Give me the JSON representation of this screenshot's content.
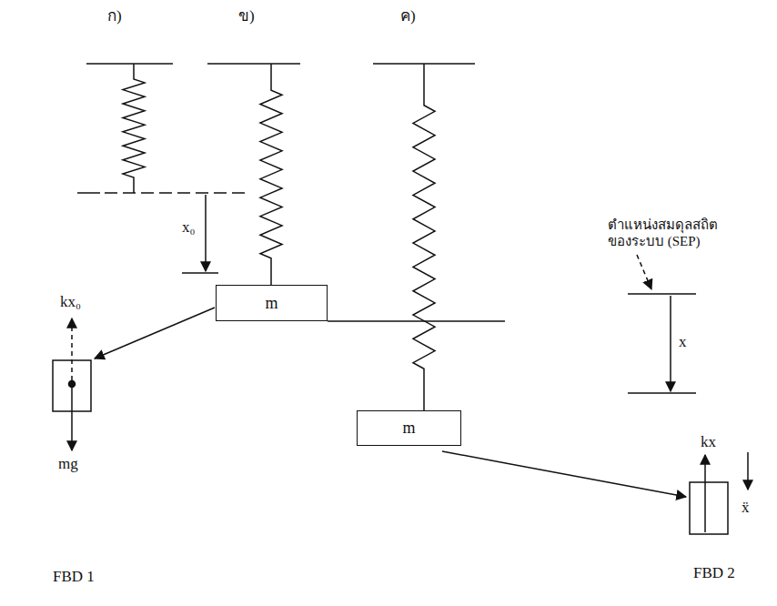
{
  "diagram": {
    "nodes": [
      {
        "text": [
          "m"
        ]
      },
      {
        "text": [
          "m"
        ]
      }
    ],
    "labels": [
      "ก)",
      "ข)",
      "ค)",
      "x₀",
      "kx₀",
      "mg",
      "FBD 1",
      "ตำแหน่งสมดุลสถิต ของระบบ (SEP)",
      "x",
      "kx",
      "ẍ",
      "FBD 2"
    ]
  }
}
